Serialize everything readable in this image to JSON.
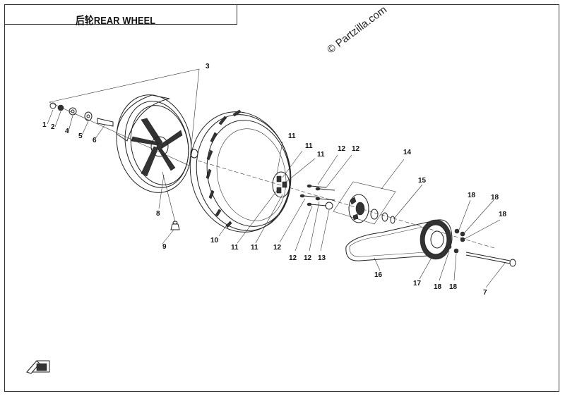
{
  "title": "后轮REAR WHEEL",
  "watermark": "© Partzilla.com",
  "callouts": [
    "1",
    "2",
    "4",
    "5",
    "6",
    "3",
    "8",
    "9",
    "10",
    "11",
    "11",
    "11",
    "11",
    "11",
    "12",
    "12",
    "12",
    "12",
    "12",
    "13",
    "14",
    "15",
    "16",
    "17",
    "18",
    "18",
    "18",
    "18",
    "18",
    "7"
  ],
  "icons": {
    "nav_arrow": "arrow-left-icon"
  }
}
